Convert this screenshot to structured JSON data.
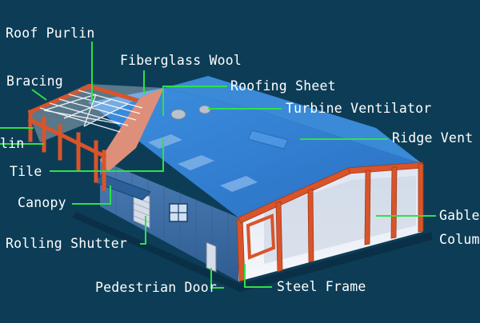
{
  "diagram": {
    "labels": {
      "roof_purlin": "Roof Purlin",
      "bracing": "Bracing",
      "fiberglass_wool": "Fiberglass Wool",
      "roofing_sheet": "Roofing Sheet",
      "turbine_ventilator": "Turbine Ventilator",
      "ridge_vent": "Ridge Vent",
      "wall_purlin_fragment": "lin",
      "tile": "Tile",
      "canopy": "Canopy",
      "rolling_shutter": "Rolling Shutter",
      "pedestrian_door": "Pedestrian Door",
      "steel_frame": "Steel Frame",
      "gable_fragment": "Gable",
      "column_fragment": "Colum"
    }
  },
  "colors": {
    "background": "#0d3d56",
    "leader_line": "#2fe04a",
    "roof_blue": "#2f7fd0",
    "wall_blue": "#3e6fa8",
    "steel_orange": "#d9542a",
    "fiberglass_pink": "#dd8f7a",
    "interior_white": "#eef1f7"
  }
}
